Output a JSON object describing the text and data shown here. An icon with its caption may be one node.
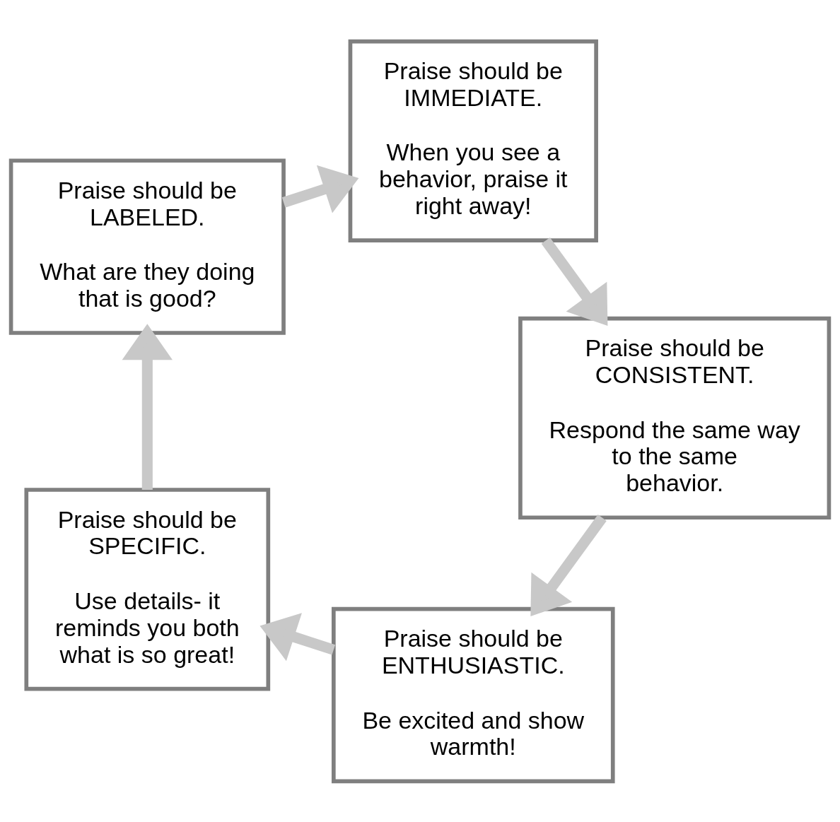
{
  "diagram": {
    "nodes": [
      {
        "text": [
          "Praise should be ENTHUSIASTIC.",
          "Be excited and show warmth!"
        ]
      },
      {
        "text": [
          "Praise should be SPECIFIC.",
          "Use details- it reminds you both what is so great!"
        ]
      },
      {
        "text": [
          "Praise should be LABELED.",
          "What are they doing that is good?"
        ]
      },
      {
        "text": [
          "Praise should be IMMEDIATE.",
          "When you see a behavior, praise it right away!"
        ]
      },
      {
        "text": [
          "Praise should be CONSISTENT.",
          "Respond the same way to the same behavior."
        ]
      }
    ],
    "edges": [
      {
        "from": 0,
        "to": 1,
        "arrow": "to"
      },
      {
        "from": 1,
        "to": 2,
        "arrow": "to"
      },
      {
        "from": 2,
        "to": 3,
        "arrow": "to"
      },
      {
        "from": 3,
        "to": 4,
        "arrow": "to"
      },
      {
        "from": 4,
        "to": 0,
        "arrow": "to"
      }
    ]
  }
}
